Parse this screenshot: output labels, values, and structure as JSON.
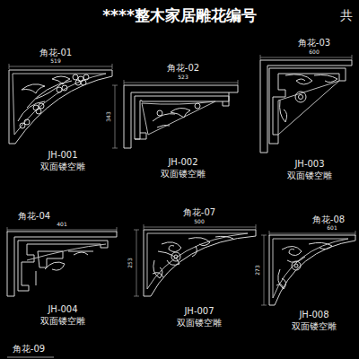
{
  "diagram": {
    "title": "****整木家居雕花编号",
    "labels": [
      "共",
      "角花-01",
      "519",
      "JH-001",
      "双面镂空雕",
      "角花-02",
      "523",
      "343",
      "JH-002",
      "双面镂空雕",
      "角花-03",
      "600",
      "JH-003",
      "双面镂空雕",
      "角花-04",
      "401",
      "JH-004",
      "双面镂空雕",
      "角花-07",
      "500",
      "253",
      "JH-007",
      "双面镂空雕",
      "角花-08",
      "601",
      "273",
      "JH-008",
      "双面镂空雕",
      "角花-09"
    ]
  }
}
